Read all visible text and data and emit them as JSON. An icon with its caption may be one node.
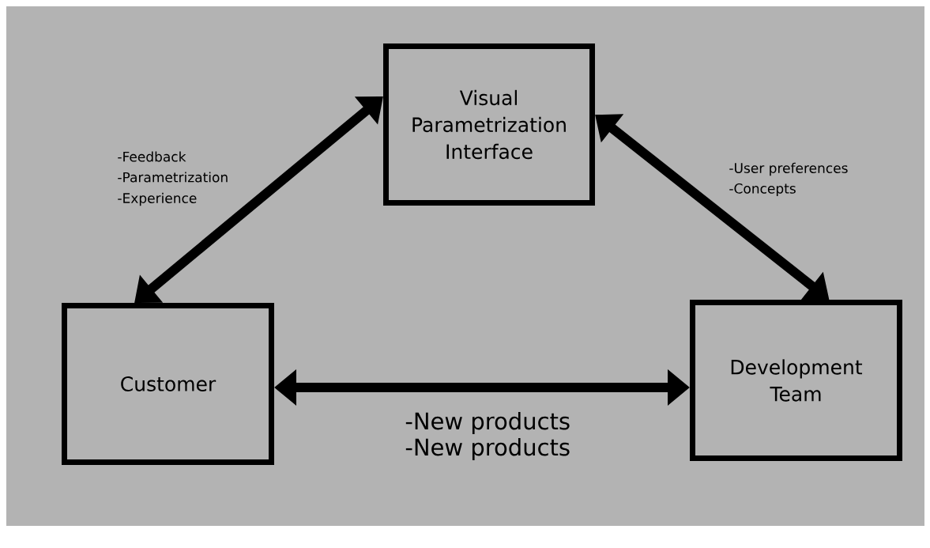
{
  "diagram": {
    "nodes": [
      {
        "text": [
          "Visual Parametrization Interface"
        ]
      },
      {
        "text": [
          "Customer"
        ]
      },
      {
        "text": [
          "Development Team"
        ]
      }
    ],
    "edges": [
      {
        "from": 1,
        "to": 0,
        "arrow": "both"
      },
      {
        "from": 0,
        "to": 2,
        "arrow": "both"
      },
      {
        "from": 1,
        "to": 2,
        "arrow": "both"
      }
    ],
    "labels": [
      "-Feedback",
      "-Parametrization",
      "-Experience",
      "-User preferences",
      "-Concepts",
      "-New products",
      "-New products"
    ]
  }
}
